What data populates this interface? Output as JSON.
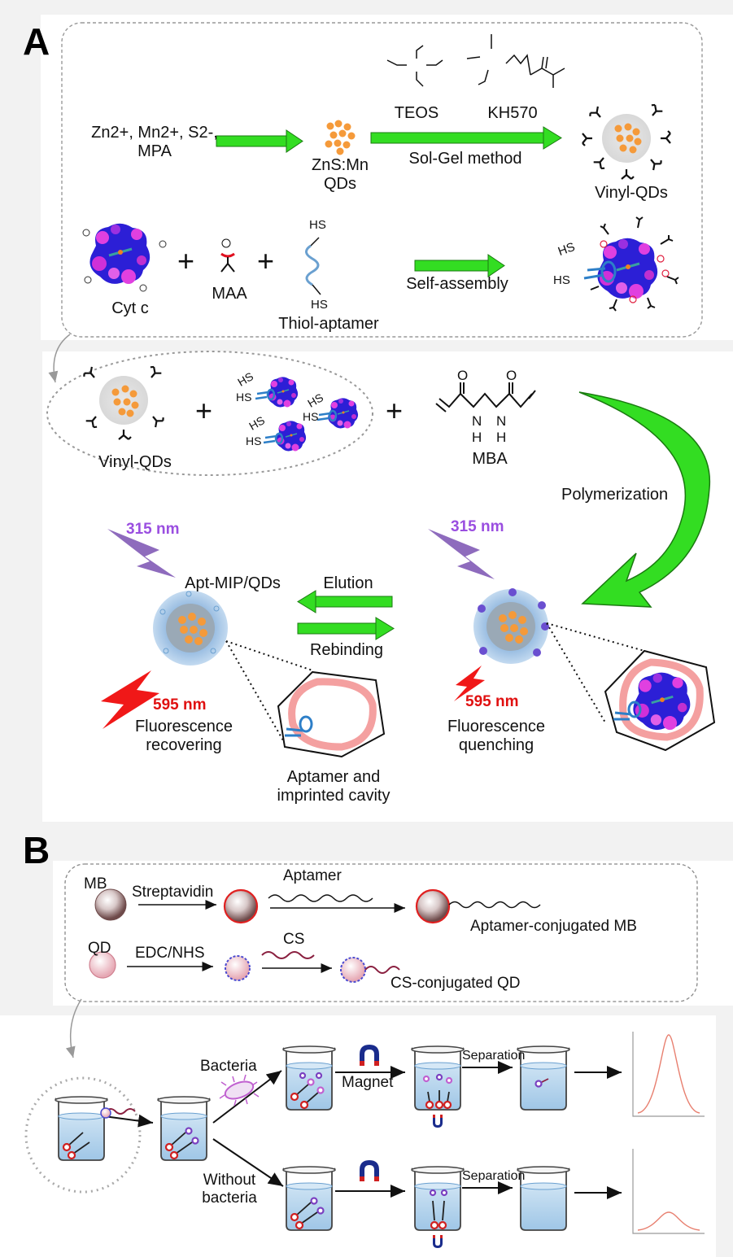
{
  "panels": {
    "a": "A",
    "b": "B"
  },
  "top": {
    "reagents": [
      "Zn2+, Mn2+, S2-,",
      "MPA"
    ],
    "qds_label": [
      "ZnS:Mn",
      "QDs"
    ],
    "teos": "TEOS",
    "kh570": "KH570",
    "solgel": "Sol-Gel method",
    "vinyl_qds": "Vinyl-QDs",
    "cytc": "Cyt c",
    "maa": "MAA",
    "thiol_aptamer": "Thiol-aptamer",
    "self_assembly": "Self-assembly",
    "hs": "HS",
    "plus": "+"
  },
  "mid": {
    "vinyl_qds": "Vinyl-QDs",
    "mba": "MBA",
    "polymerization": "Polymerization",
    "nm315": "315 nm",
    "nm595": "595 nm",
    "apt_mip": "Apt-MIP/QDs",
    "elution": "Elution",
    "rebinding": "Rebinding",
    "recovering": [
      "Fluorescence",
      "recovering"
    ],
    "quenching": [
      "Fluorescence",
      "quenching"
    ],
    "cavity": [
      "Aptamer and",
      "imprinted cavity"
    ],
    "atoms": {
      "o": "O",
      "n": "N",
      "h": "H"
    }
  },
  "b": {
    "mb": "MB",
    "streptavidin": "Streptavidin",
    "aptamer": "Aptamer",
    "aptamer_mb": "Aptamer-conjugated MB",
    "qd": "QD",
    "edc": "EDC/NHS",
    "cs": "CS",
    "cs_qd": "CS-conjugated QD",
    "bacteria": "Bacteria",
    "magnet": "Magnet",
    "separation": "Separation",
    "without": [
      "Without",
      "bacteria"
    ]
  }
}
